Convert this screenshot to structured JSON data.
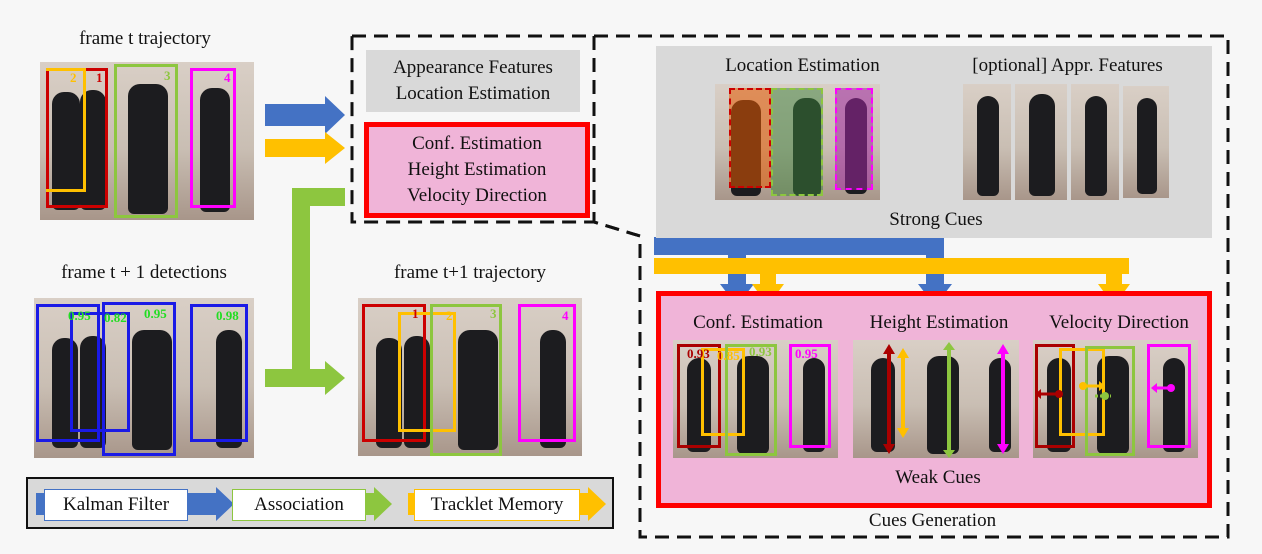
{
  "left": {
    "frame_t_label": "frame t trajectory",
    "frame_t1_det_label": "frame t + 1 detections",
    "frame_t1_traj_label": "frame t+1 trajectory",
    "traj_ids": [
      "2",
      "1",
      "3",
      "4"
    ],
    "det_scores": [
      "0.95",
      "0.82",
      "0.95",
      "0.98"
    ],
    "t1_traj_ids": [
      "1",
      "2",
      "3",
      "4"
    ]
  },
  "middle": {
    "strong_box_lines": [
      "Appearance Features",
      "Location Estimation"
    ],
    "weak_box_lines": [
      "Conf. Estimation",
      "Height Estimation",
      "Velocity Direction"
    ]
  },
  "right": {
    "strong": {
      "location_label": "Location Estimation",
      "appr_label": "[optional] Appr. Features",
      "title": "Strong Cues"
    },
    "weak": {
      "conf_label": "Conf. Estimation",
      "height_label": "Height Estimation",
      "velocity_label": "Velocity Direction",
      "conf_scores": [
        "0.93",
        "0.85",
        "0.93",
        "0.95"
      ],
      "title": "Weak Cues"
    },
    "cues_generation_label": "Cues Generation"
  },
  "legend": {
    "kalman": "Kalman Filter",
    "association": "Association",
    "tracklet": "Tracklet Memory"
  },
  "colors": {
    "blue": "#4472c4",
    "yellow": "#ffc000",
    "green": "#8dc63f",
    "red": "#ff0000",
    "pink": "#f0b4d8",
    "gray": "#d9d9d9"
  }
}
